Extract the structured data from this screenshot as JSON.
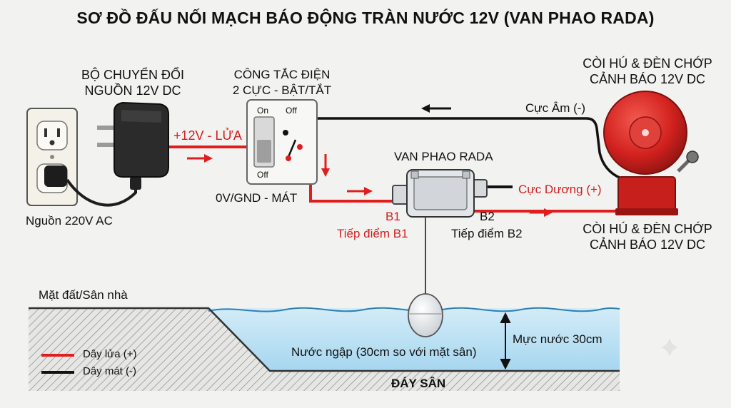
{
  "title": "SƠ ĐỒ ĐẤU   NỐI MẠCH BÁO ĐỘNG TRÀN NƯỚC 12V (VAN PHAO RADA)",
  "adapter": {
    "label_line1": "BỘ CHUYỂN ĐỔI",
    "label_line2": "NGUỒN 12V DC"
  },
  "outlet": {
    "label": "Nguồn 220V AC"
  },
  "switch": {
    "label_line1": "CÔNG TẮC ĐIỆN",
    "label_line2": "2 CỰC - BẬT/TẮT",
    "on": "On",
    "off_top": "Off",
    "off_bottom": "Off"
  },
  "siren": {
    "top_line1": "CÒI HÚ & ĐÈN CHỚP",
    "top_line2": "CẢNH BÁO 12V DC",
    "bottom_line1": "CÒI HÚ & ĐÈN CHỚP",
    "bottom_line2": "CẢNH BÁO 12V DC"
  },
  "float_valve": {
    "label": "VAN PHAO RADA",
    "b1": "B1",
    "b1_desc": "Tiếp điểm B1",
    "b2": "B2",
    "b2_desc": "Tiếp điểm B2"
  },
  "wires": {
    "live": "+12V - LỬA",
    "ground": "0V/GND - MÁT",
    "negative": "Cực Âm (-)",
    "positive": "Cực Dương (+)"
  },
  "ground_scene": {
    "surface": "Mặt đất/Sân nhà",
    "water_level": "Mực nước 30cm",
    "flood": "Nước ngập (30cm so với mặt sân)",
    "bottom": "ĐÁY SÂN"
  },
  "legend": {
    "items": [
      {
        "label": "Dây lửa (+)",
        "color": "#e01e1e"
      },
      {
        "label": "Dây mát (-)",
        "color": "#111111"
      }
    ]
  },
  "colors": {
    "live_wire": "#e01e1e",
    "ground_wire": "#111111",
    "water": "#bfe3f5",
    "siren_red": "#d3221f",
    "background": "#f2f2f0"
  }
}
